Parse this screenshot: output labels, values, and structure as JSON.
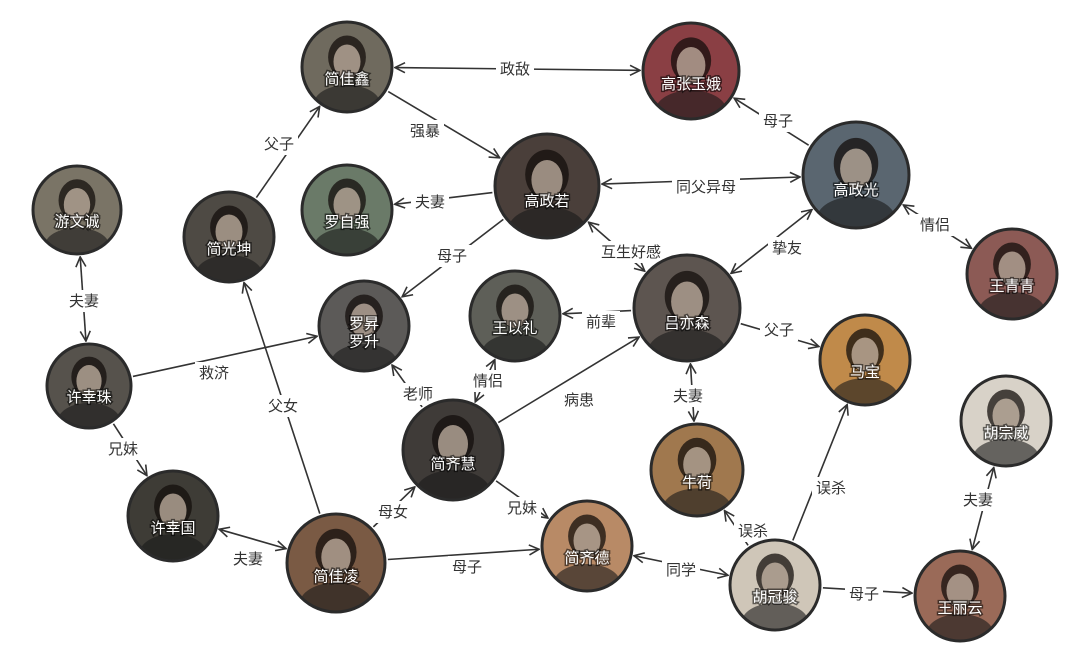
{
  "colors": {
    "background": "#ffffff",
    "line": "#333333",
    "node_border": "#2b2b2b",
    "node_text": "#ffffff"
  },
  "nodes": [
    {
      "id": "jianjiaxin",
      "name": "简佳鑫",
      "bg": "#6f6a5e"
    },
    {
      "id": "gaozhangyu",
      "name": "高张玉娥",
      "bg": "#8a3f44"
    },
    {
      "id": "gaozhengruo",
      "name": "高政若",
      "bg": "#4a3f3a"
    },
    {
      "id": "gaozhengguang",
      "name": "高政光",
      "bg": "#5a6670"
    },
    {
      "id": "luoziqiang",
      "name": "罗自强",
      "bg": "#6a7a68"
    },
    {
      "id": "jianguangkun",
      "name": "简光坤",
      "bg": "#4e4a44"
    },
    {
      "id": "youwencheng",
      "name": "游文诚",
      "bg": "#7a7466"
    },
    {
      "id": "wangqingqing",
      "name": "王青青",
      "bg": "#8c5a55"
    },
    {
      "id": "luoshengluosheng",
      "name": "罗昇\n罗升",
      "bg": "#5c5a58"
    },
    {
      "id": "wangyili",
      "name": "王以礼",
      "bg": "#5e5f58"
    },
    {
      "id": "luyisen",
      "name": "吕亦森",
      "bg": "#5d5550"
    },
    {
      "id": "xuxingzhu",
      "name": "许幸珠",
      "bg": "#56524c"
    },
    {
      "id": "mabao",
      "name": "马宝",
      "bg": "#c08a4a"
    },
    {
      "id": "jianqihui",
      "name": "简齐慧",
      "bg": "#3f3b38"
    },
    {
      "id": "niuhe",
      "name": "牛荷",
      "bg": "#a0784e"
    },
    {
      "id": "huzongwei",
      "name": "胡宗威",
      "bg": "#d8d2c8"
    },
    {
      "id": "xuxingguo",
      "name": "许幸国",
      "bg": "#3e3c36"
    },
    {
      "id": "jianjialing",
      "name": "简佳凌",
      "bg": "#7a5a44"
    },
    {
      "id": "jianqide",
      "name": "简齐德",
      "bg": "#b88a66"
    },
    {
      "id": "huguanjun",
      "name": "胡冠骏",
      "bg": "#cfc6b8"
    },
    {
      "id": "wangliyun",
      "name": "王丽云",
      "bg": "#9a6a58"
    }
  ],
  "edges": [
    {
      "from": "jianjiaxin",
      "to": "gaozhangyu",
      "label": "政敌",
      "arrow": "both"
    },
    {
      "from": "jianguangkun",
      "to": "jianjiaxin",
      "label": "父子",
      "arrow": "end"
    },
    {
      "from": "jianjiaxin",
      "to": "gaozhengruo",
      "label": "强暴",
      "arrow": "end"
    },
    {
      "from": "gaozhengguang",
      "to": "gaozhangyu",
      "label": "母子",
      "arrow": "end"
    },
    {
      "from": "gaozhengruo",
      "to": "gaozhengguang",
      "label": "同父异母",
      "arrow": "both"
    },
    {
      "from": "gaozhengruo",
      "to": "luoziqiang",
      "label": "夫妻",
      "arrow": "end"
    },
    {
      "from": "gaozhengruo",
      "to": "luoshengluosheng",
      "label": "母子",
      "arrow": "end"
    },
    {
      "from": "gaozhengruo",
      "to": "luyisen",
      "label": "互生好感",
      "arrow": "both"
    },
    {
      "from": "wangqingqing",
      "to": "gaozhengguang",
      "label": "情侣",
      "arrow": "both"
    },
    {
      "from": "luyisen",
      "to": "gaozhengguang",
      "label": "挚友",
      "arrow": "both"
    },
    {
      "from": "youwencheng",
      "to": "xuxingzhu",
      "label": "夫妻",
      "arrow": "both"
    },
    {
      "from": "xuxingzhu",
      "to": "luoshengluosheng",
      "label": "救济",
      "arrow": "end"
    },
    {
      "from": "luyisen",
      "to": "wangyili",
      "label": "前辈",
      "arrow": "end"
    },
    {
      "from": "luyisen",
      "to": "mabao",
      "label": "父子",
      "arrow": "end"
    },
    {
      "from": "jianqihui",
      "to": "luoshengluosheng",
      "label": "老师",
      "arrow": "end"
    },
    {
      "from": "jianqihui",
      "to": "wangyili",
      "label": "情侣",
      "arrow": "both"
    },
    {
      "from": "jianqihui",
      "to": "luyisen",
      "label": "病患",
      "arrow": "end"
    },
    {
      "from": "luyisen",
      "to": "niuhe",
      "label": "夫妻",
      "arrow": "both"
    },
    {
      "from": "xuxingzhu",
      "to": "xuxingguo",
      "label": "兄妹",
      "arrow": "end"
    },
    {
      "from": "jianjialing",
      "to": "jianguangkun",
      "label": "父女",
      "arrow": "end"
    },
    {
      "from": "jianjialing",
      "to": "jianqihui",
      "label": "母女",
      "arrow": "end"
    },
    {
      "from": "jianqihui",
      "to": "jianqide",
      "label": "兄妹",
      "arrow": "end"
    },
    {
      "from": "xuxingguo",
      "to": "jianjialing",
      "label": "夫妻",
      "arrow": "both"
    },
    {
      "from": "jianjialing",
      "to": "jianqide",
      "label": "母子",
      "arrow": "end"
    },
    {
      "from": "jianqide",
      "to": "huguanjun",
      "label": "同学",
      "arrow": "both"
    },
    {
      "from": "huguanjun",
      "to": "niuhe",
      "label": "误杀",
      "arrow": "end"
    },
    {
      "from": "huguanjun",
      "to": "mabao",
      "label": "误杀",
      "arrow": "end"
    },
    {
      "from": "huguanjun",
      "to": "wangliyun",
      "label": "母子",
      "arrow": "end"
    },
    {
      "from": "huzongwei",
      "to": "wangliyun",
      "label": "夫妻",
      "arrow": "both"
    }
  ]
}
